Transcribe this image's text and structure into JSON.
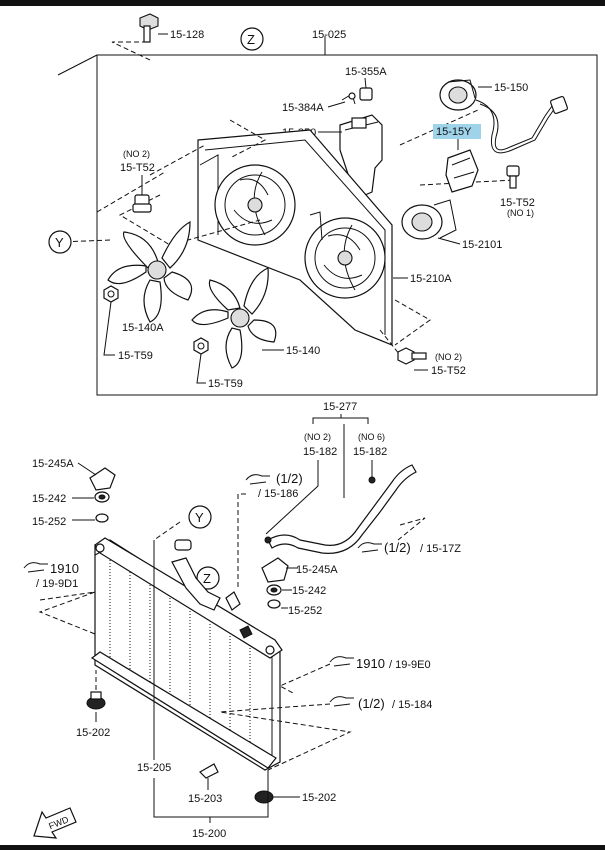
{
  "labels": {
    "p15_128": "15-128",
    "p15_025": "15-025",
    "p15_355a": "15-355A",
    "p15_384a": "15-384A",
    "p15_350": "15-350",
    "p15_150": "15-150",
    "p15_15y": "15-15Y",
    "no2_a": "(NO 2)",
    "p15_t52_a": "15-T52",
    "p15_t52_b": "15-T52",
    "no1": "(NO 1)",
    "p15_2101": "15-2101",
    "p15_210a": "15-210A",
    "p15_140a": "15-140A",
    "p15_t59_a": "15-T59",
    "p15_140": "15-140",
    "p15_t59_b": "15-T59",
    "no2_b": "(NO 2)",
    "p15_t52_c": "15-T52",
    "p15_277": "15-277",
    "no2_c": "(NO 2)",
    "p15_182_a": "15-182",
    "no6": "(NO 6)",
    "p15_182_b": "15-182",
    "p15_245a_a": "15-245A",
    "p15_242_a": "15-242",
    "p15_252_a": "15-252",
    "half_a": "(1/2)",
    "p15_186": "/ 15-186",
    "half_b": "(1/2)",
    "p15_17z": "/ 15-17Z",
    "ref1910_a": "1910",
    "p19_9d1": "/ 19-9D1",
    "p15_245a_b": "15-245A",
    "p15_242_b": "15-242",
    "p15_252_b": "15-252",
    "ref1910_b": "1910",
    "p19_9e0": "/ 19-9E0",
    "half_c": "(1/2)",
    "p15_184": "/ 15-184",
    "p15_202_a": "15-202",
    "p15_205": "15-205",
    "p15_203": "15-203",
    "p15_202_b": "15-202",
    "p15_200": "15-200",
    "fwd": "FWD"
  },
  "callouts": {
    "z": "Z",
    "y": "Y"
  },
  "colors": {
    "highlight": "#9fd3ea",
    "line": "#111111"
  }
}
